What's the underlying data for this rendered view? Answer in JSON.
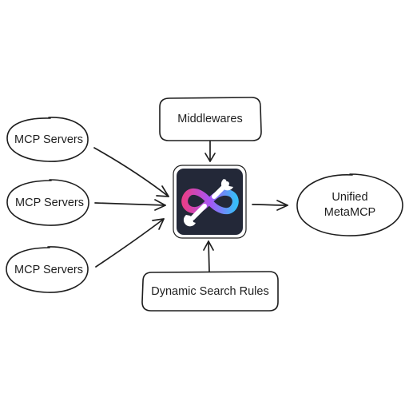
{
  "nodes": {
    "mcp_server_1": "MCP Servers",
    "mcp_server_2": "MCP Servers",
    "mcp_server_3": "MCP Servers",
    "middlewares": "Middlewares",
    "dynamic_search_rules": "Dynamic Search Rules",
    "output_line1": "Unified",
    "output_line2": "MetaMCP"
  },
  "logo": {
    "name": "metamcp-logo",
    "background": "#232838",
    "gradient_start": "#e83e8c",
    "gradient_mid": "#a855f7",
    "gradient_end": "#38bdf8",
    "wrench_color": "#ffffff"
  },
  "edges": [
    {
      "from": "mcp_server_1",
      "to": "metamcp-logo"
    },
    {
      "from": "mcp_server_2",
      "to": "metamcp-logo"
    },
    {
      "from": "mcp_server_3",
      "to": "metamcp-logo"
    },
    {
      "from": "middlewares",
      "to": "metamcp-logo"
    },
    {
      "from": "dynamic_search_rules",
      "to": "metamcp-logo"
    },
    {
      "from": "metamcp-logo",
      "to": "output"
    }
  ]
}
